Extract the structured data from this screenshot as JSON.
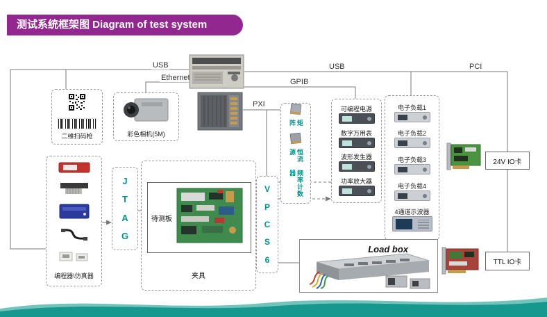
{
  "title": "测试系统框架图 Diagram of test system",
  "buses": {
    "usb_left": "USB",
    "ethernet": "Ethernet",
    "gpib": "GPIB",
    "pxi": "PXI",
    "usb_right": "USB",
    "pci": "PCI"
  },
  "scanner": {
    "label": "二维扫码枪"
  },
  "camera": {
    "label": "彩色相机(5M)"
  },
  "matrix": {
    "items": [
      "矩阵",
      "恒流源",
      "频率计数器"
    ]
  },
  "instruments": {
    "items": [
      "可编程电源",
      "数字万用表",
      "波形发生器",
      "功率放大器"
    ]
  },
  "loads": {
    "items": [
      "电子负载1",
      "电子负载2",
      "电子负载3",
      "电子负载4",
      "4通道示波器"
    ]
  },
  "io": {
    "v24": "24V IO卡",
    "ttl": "TTL IO卡"
  },
  "jtag": {
    "letters": [
      "J",
      "T",
      "A",
      "G"
    ]
  },
  "vpc": {
    "letters": [
      "V",
      "P",
      "C",
      "S",
      "6"
    ]
  },
  "dut": {
    "board": "待测板",
    "fixture": "夹具"
  },
  "programmer": {
    "label": "编程器\\仿真器"
  },
  "loadbox": {
    "label": "Load box"
  },
  "colors": {
    "accent": "#92278f",
    "teal": "#00958d",
    "footer": "#16988f",
    "line": "#7a7a7a"
  }
}
